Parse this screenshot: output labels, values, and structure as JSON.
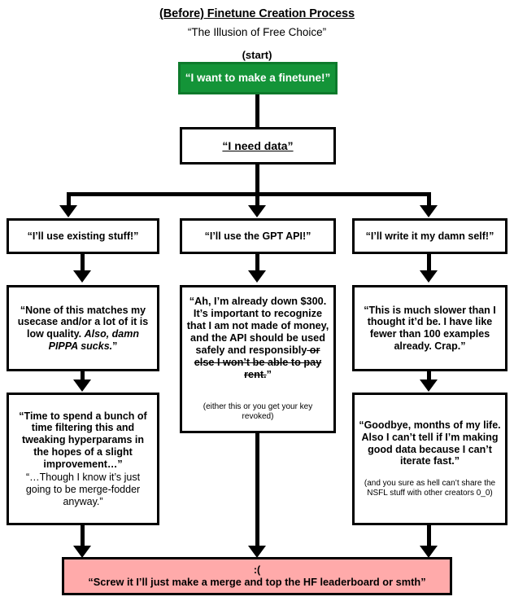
{
  "header": {
    "title": "(Before) Finetune Creation Process",
    "subtitle": "“The Illusion of Free Choice”",
    "start_label": "(start)"
  },
  "nodes": {
    "start": {
      "text": "“I want to make a finetune!”",
      "color": "#149438",
      "text_color": "#ffffff"
    },
    "need_data": {
      "text": "“I need data”"
    },
    "branch_left": {
      "text": "“I’ll use existing stuff!”"
    },
    "branch_middle": {
      "text": "“I’ll use the GPT API!”"
    },
    "branch_right": {
      "text": "“I’ll write it my damn self!”"
    },
    "left_outcome": {
      "line1": "“None of this matches my usecase and/or a lot of it is low quality.",
      "line2": "Also, damn PIPPA sucks.",
      "line3": "”"
    },
    "left_outcome2": {
      "bold_text": "“Time to spend a bunch of time filtering this and tweaking hyperparams in the hopes of a slight improvement…”",
      "plain_text": "“…Though I know it’s just going to be merge-fodder anyway.”"
    },
    "middle_outcome": {
      "part1": "“Ah, I’m already down $300. It’s important to recognize that I am not made of money, and the API should be used safely and responsibly",
      "part_struck": " or else I won’t be able to pay rent.",
      "part3": "”",
      "note": "(either this or you get your key revoked)"
    },
    "right_outcome": {
      "text": "“This is much slower than I thought it’d be. I have like fewer than 100 examples already. Crap.”"
    },
    "right_outcome2": {
      "bold_text": "“Goodbye, months of my life. Also I can’t tell if I’m making good data because I can’t iterate fast.”",
      "note": "(and you sure as hell can’t share the NSFL stuff with other creators 0_0)"
    },
    "conclusion": {
      "face": ":(",
      "text": "“Screw it I’ll just make a merge and top the HF leaderboard or smth”",
      "color": "#ffaaaa"
    }
  }
}
